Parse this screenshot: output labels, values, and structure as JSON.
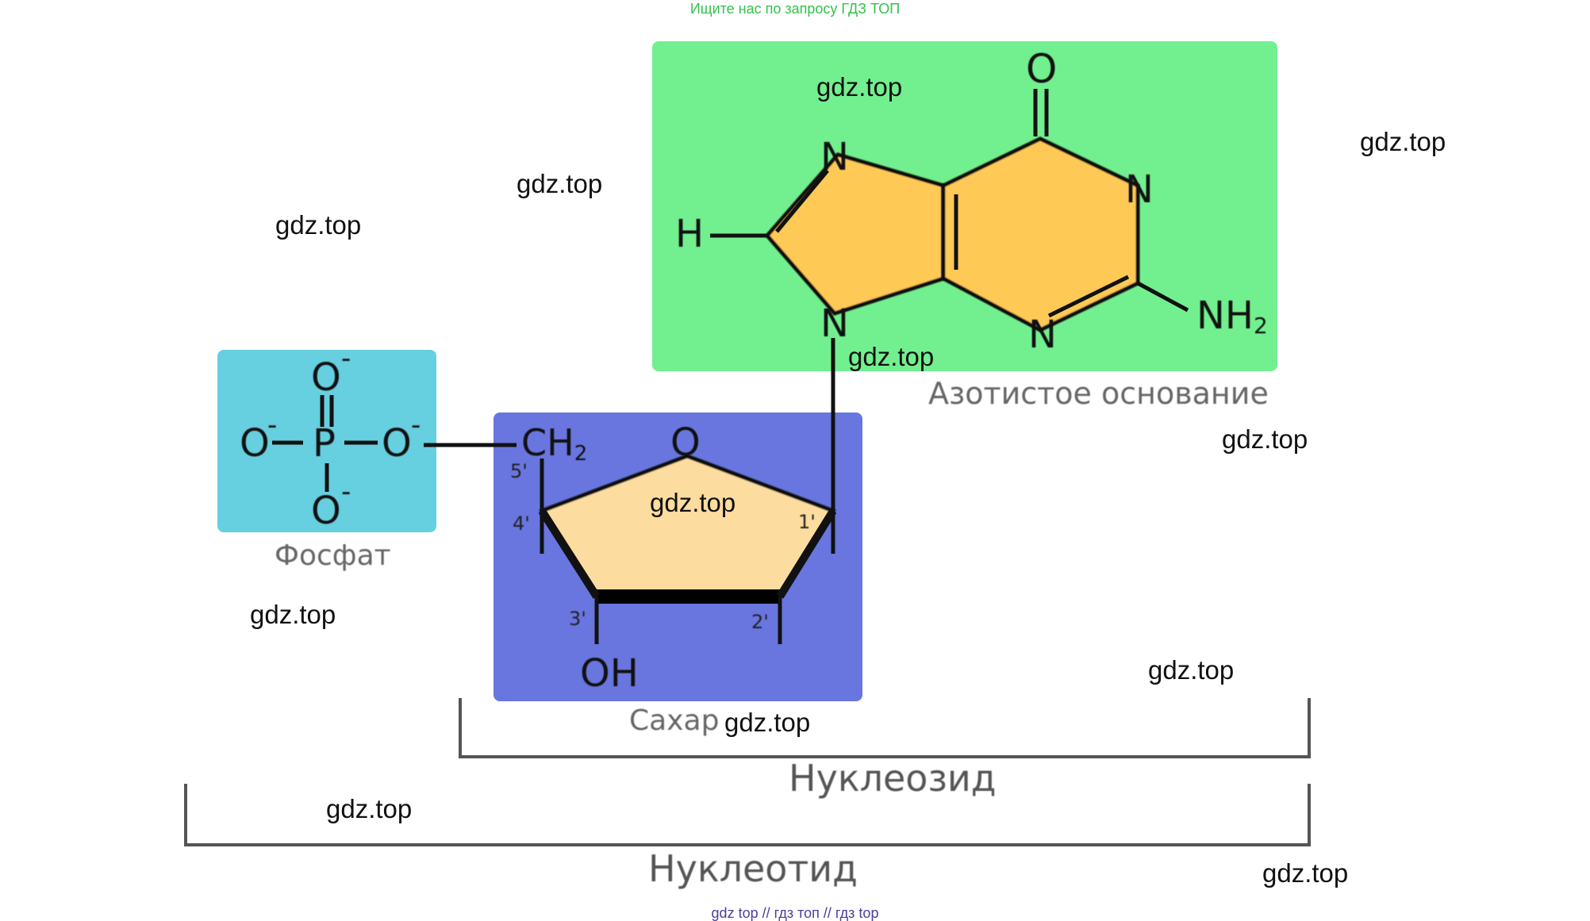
{
  "banner": {
    "top_text": "Ищите нас по запросу ГДЗ ТОП",
    "bottom_text": "gdz top  //  гдз топ  //  гдз top"
  },
  "diagram": {
    "labels": {
      "base": "Азотистое основание",
      "phosphate": "Фосфат",
      "sugar": "Сахар",
      "nucleoside": "Нуклеозид",
      "nucleotide": "Нуклеотид"
    },
    "atoms": {
      "oxygen": "O",
      "nitrogen": "N",
      "hydrogen": "H",
      "amine": "NH",
      "amine_subscript": "2",
      "phosphorus": "P",
      "charge": "-",
      "ch2": "CH",
      "ch2_subscript": "2",
      "hydroxyl": "OH"
    },
    "positions": {
      "p5": "5'",
      "p4": "4'",
      "p3": "3'",
      "p2": "2'",
      "p1": "1'"
    },
    "colors": {
      "base_box": "#72f08f",
      "base_ring": "#ffc957",
      "phosphate_box": "#66cfe0",
      "sugar_box": "#6976df",
      "sugar_ring": "#fddca0",
      "bond": "#111111",
      "label": "#666666",
      "bracket": "#555555"
    }
  },
  "watermarks": [
    "gdz.top",
    "gdz.top",
    "gdz.top",
    "gdz.top",
    "gdz.top",
    "gdz.top",
    "gdz.top",
    "gdz.top",
    "gdz.top",
    "gdz.top",
    "gdz.top",
    "gdz.top"
  ]
}
